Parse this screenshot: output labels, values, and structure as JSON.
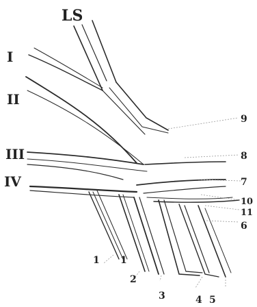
{
  "figure": {
    "labels": {
      "ls": "LS",
      "i": "I",
      "ii": "II",
      "iii": "III",
      "iv": "IV",
      "n1a": "1",
      "n1b": "1",
      "n2": "2",
      "n3": "3",
      "n4": "4",
      "n5": "5",
      "n6": "6",
      "n7": "7",
      "n8": "8",
      "n9": "9",
      "n10": "10",
      "n11": "11"
    }
  }
}
